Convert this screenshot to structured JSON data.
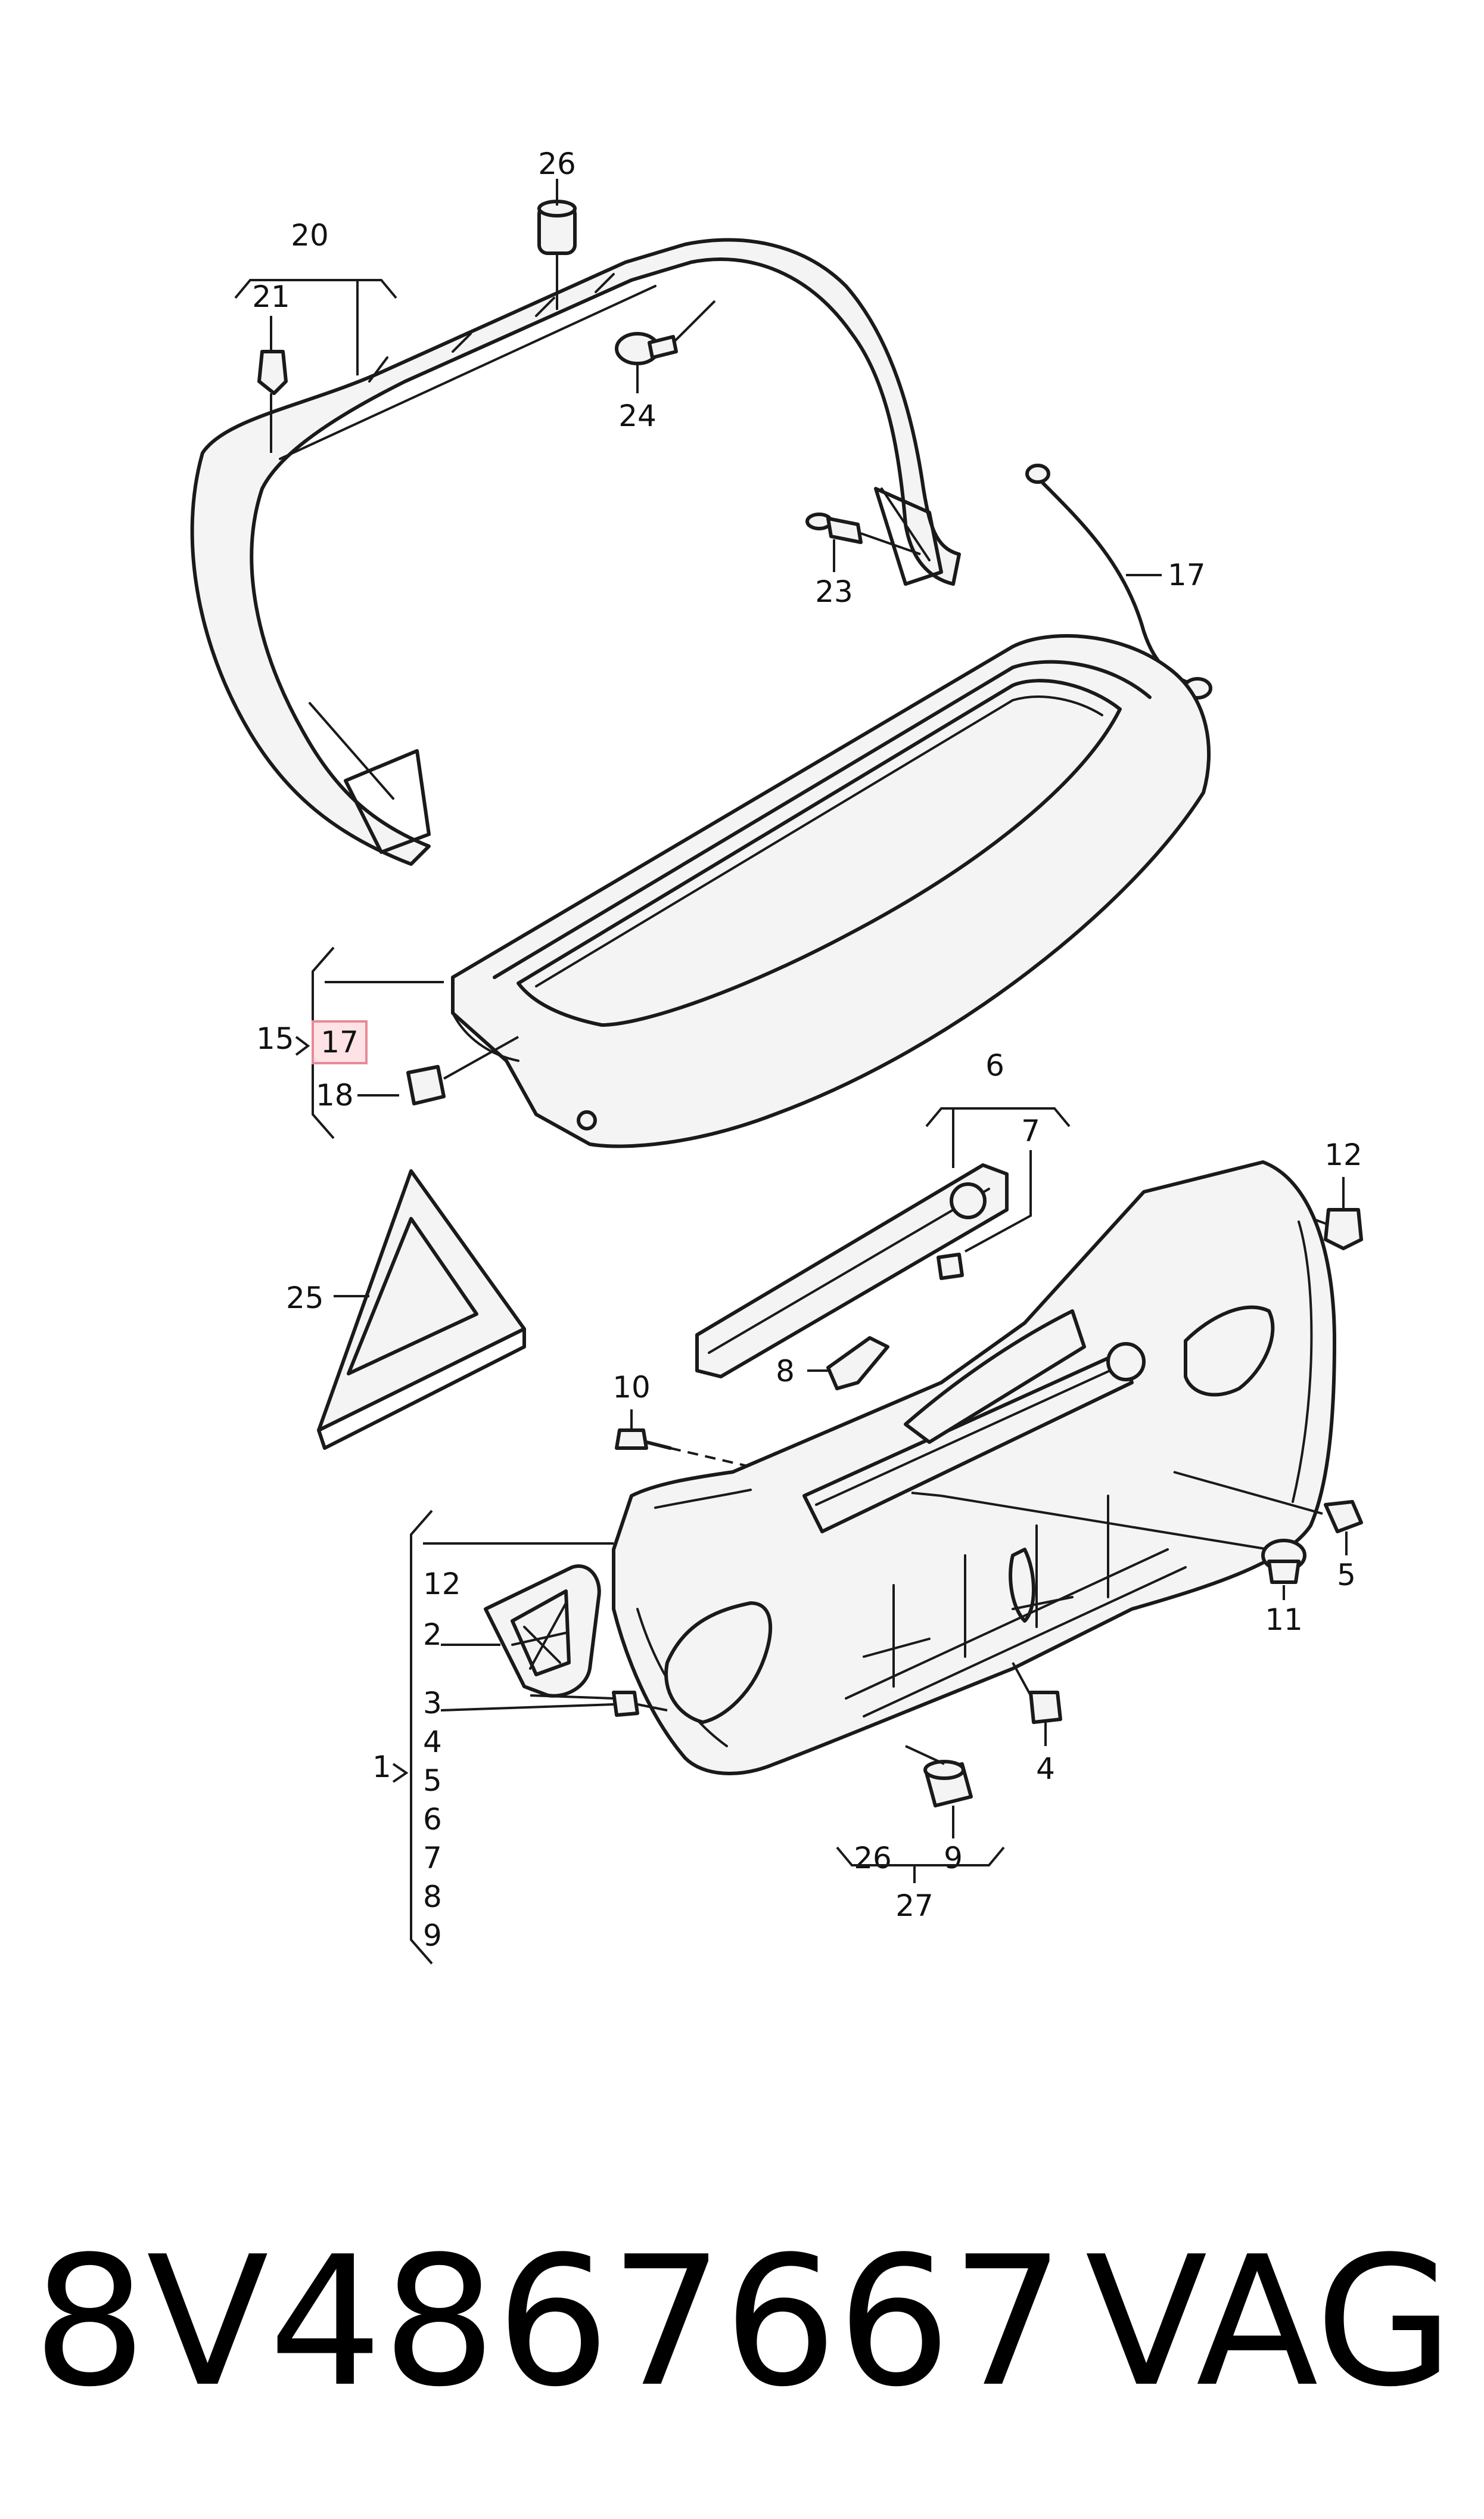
{
  "callouts": {
    "c26_top": "26",
    "c20": "20",
    "c21": "21",
    "c24": "24",
    "c23": "23",
    "c17_cable": "17",
    "c15": "15",
    "c17_highlight": "17",
    "c18": "18",
    "c6": "6",
    "c7": "7",
    "c12_right": "12",
    "c25": "25",
    "c8": "8",
    "c10": "10",
    "c5_right": "5",
    "c11": "11",
    "c4_right": "4",
    "c26_bottom": "26",
    "c9_right": "9",
    "c27": "27",
    "c1": "1"
  },
  "bracket_list": [
    "12",
    "2",
    "3",
    "4",
    "5",
    "6",
    "7",
    "8",
    "9"
  ],
  "footer": {
    "part_number": "8V4867667",
    "brand": "VAG"
  },
  "colors": {
    "highlight_fill": "#fde3e6",
    "highlight_border": "#e88a96"
  }
}
